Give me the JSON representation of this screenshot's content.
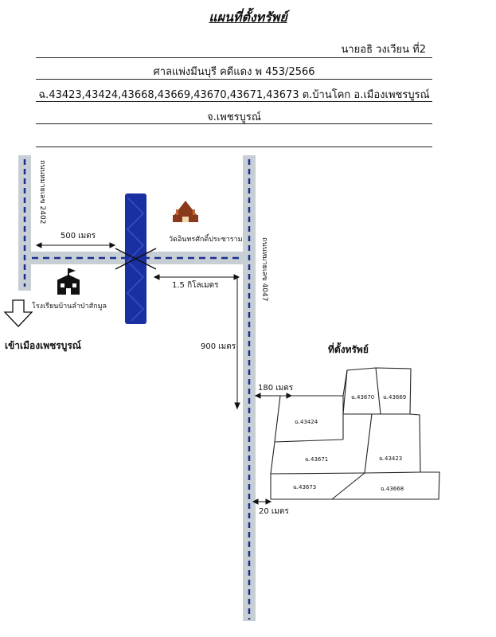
{
  "header": {
    "title": "แผนที่ตั้งทรัพย์",
    "line1": "นายอธิ วงเวียน ที่2",
    "line2": "ศาลแพ่งมีนบุรี คดีแดง พ 453/2566",
    "line3": "ฉ.43423,43424,43668,43669,43670,43671,43673 ต.บ้านโคก อ.เมืองเพชรบูรณ์",
    "line4": "จ.เพชรบูรณ์"
  },
  "map": {
    "road_left": "ถนนหมายเลข 2402",
    "road_right": "ถนนหมายเลข 4047",
    "dist_500": "500 เมตร",
    "dist_15km": "1.5 กิโลเมตร",
    "dist_900": "900 เมตร",
    "dist_180": "180 เมตร",
    "dist_20": "20 เมตร",
    "temple": "วัดอินทรศักดิ์ประชาราม",
    "school": "โรงเรียนบ้านลำป่าสักมูล",
    "to_city": "เข้าเมืองเพชรบูรณ์",
    "property_label": "ที่ตั้งทรัพย์",
    "plots": [
      "ฉ.43670",
      "ฉ.43669",
      "ฉ.43424",
      "ฉ.43671",
      "ฉ.43423",
      "ฉ.43673",
      "ฉ.43668"
    ]
  },
  "colors": {
    "road": "#c7cfd4",
    "road_dash": "#1a2f8f",
    "river": "#1a2fa0",
    "temple": "#8a3a1a",
    "school": "#111111"
  }
}
